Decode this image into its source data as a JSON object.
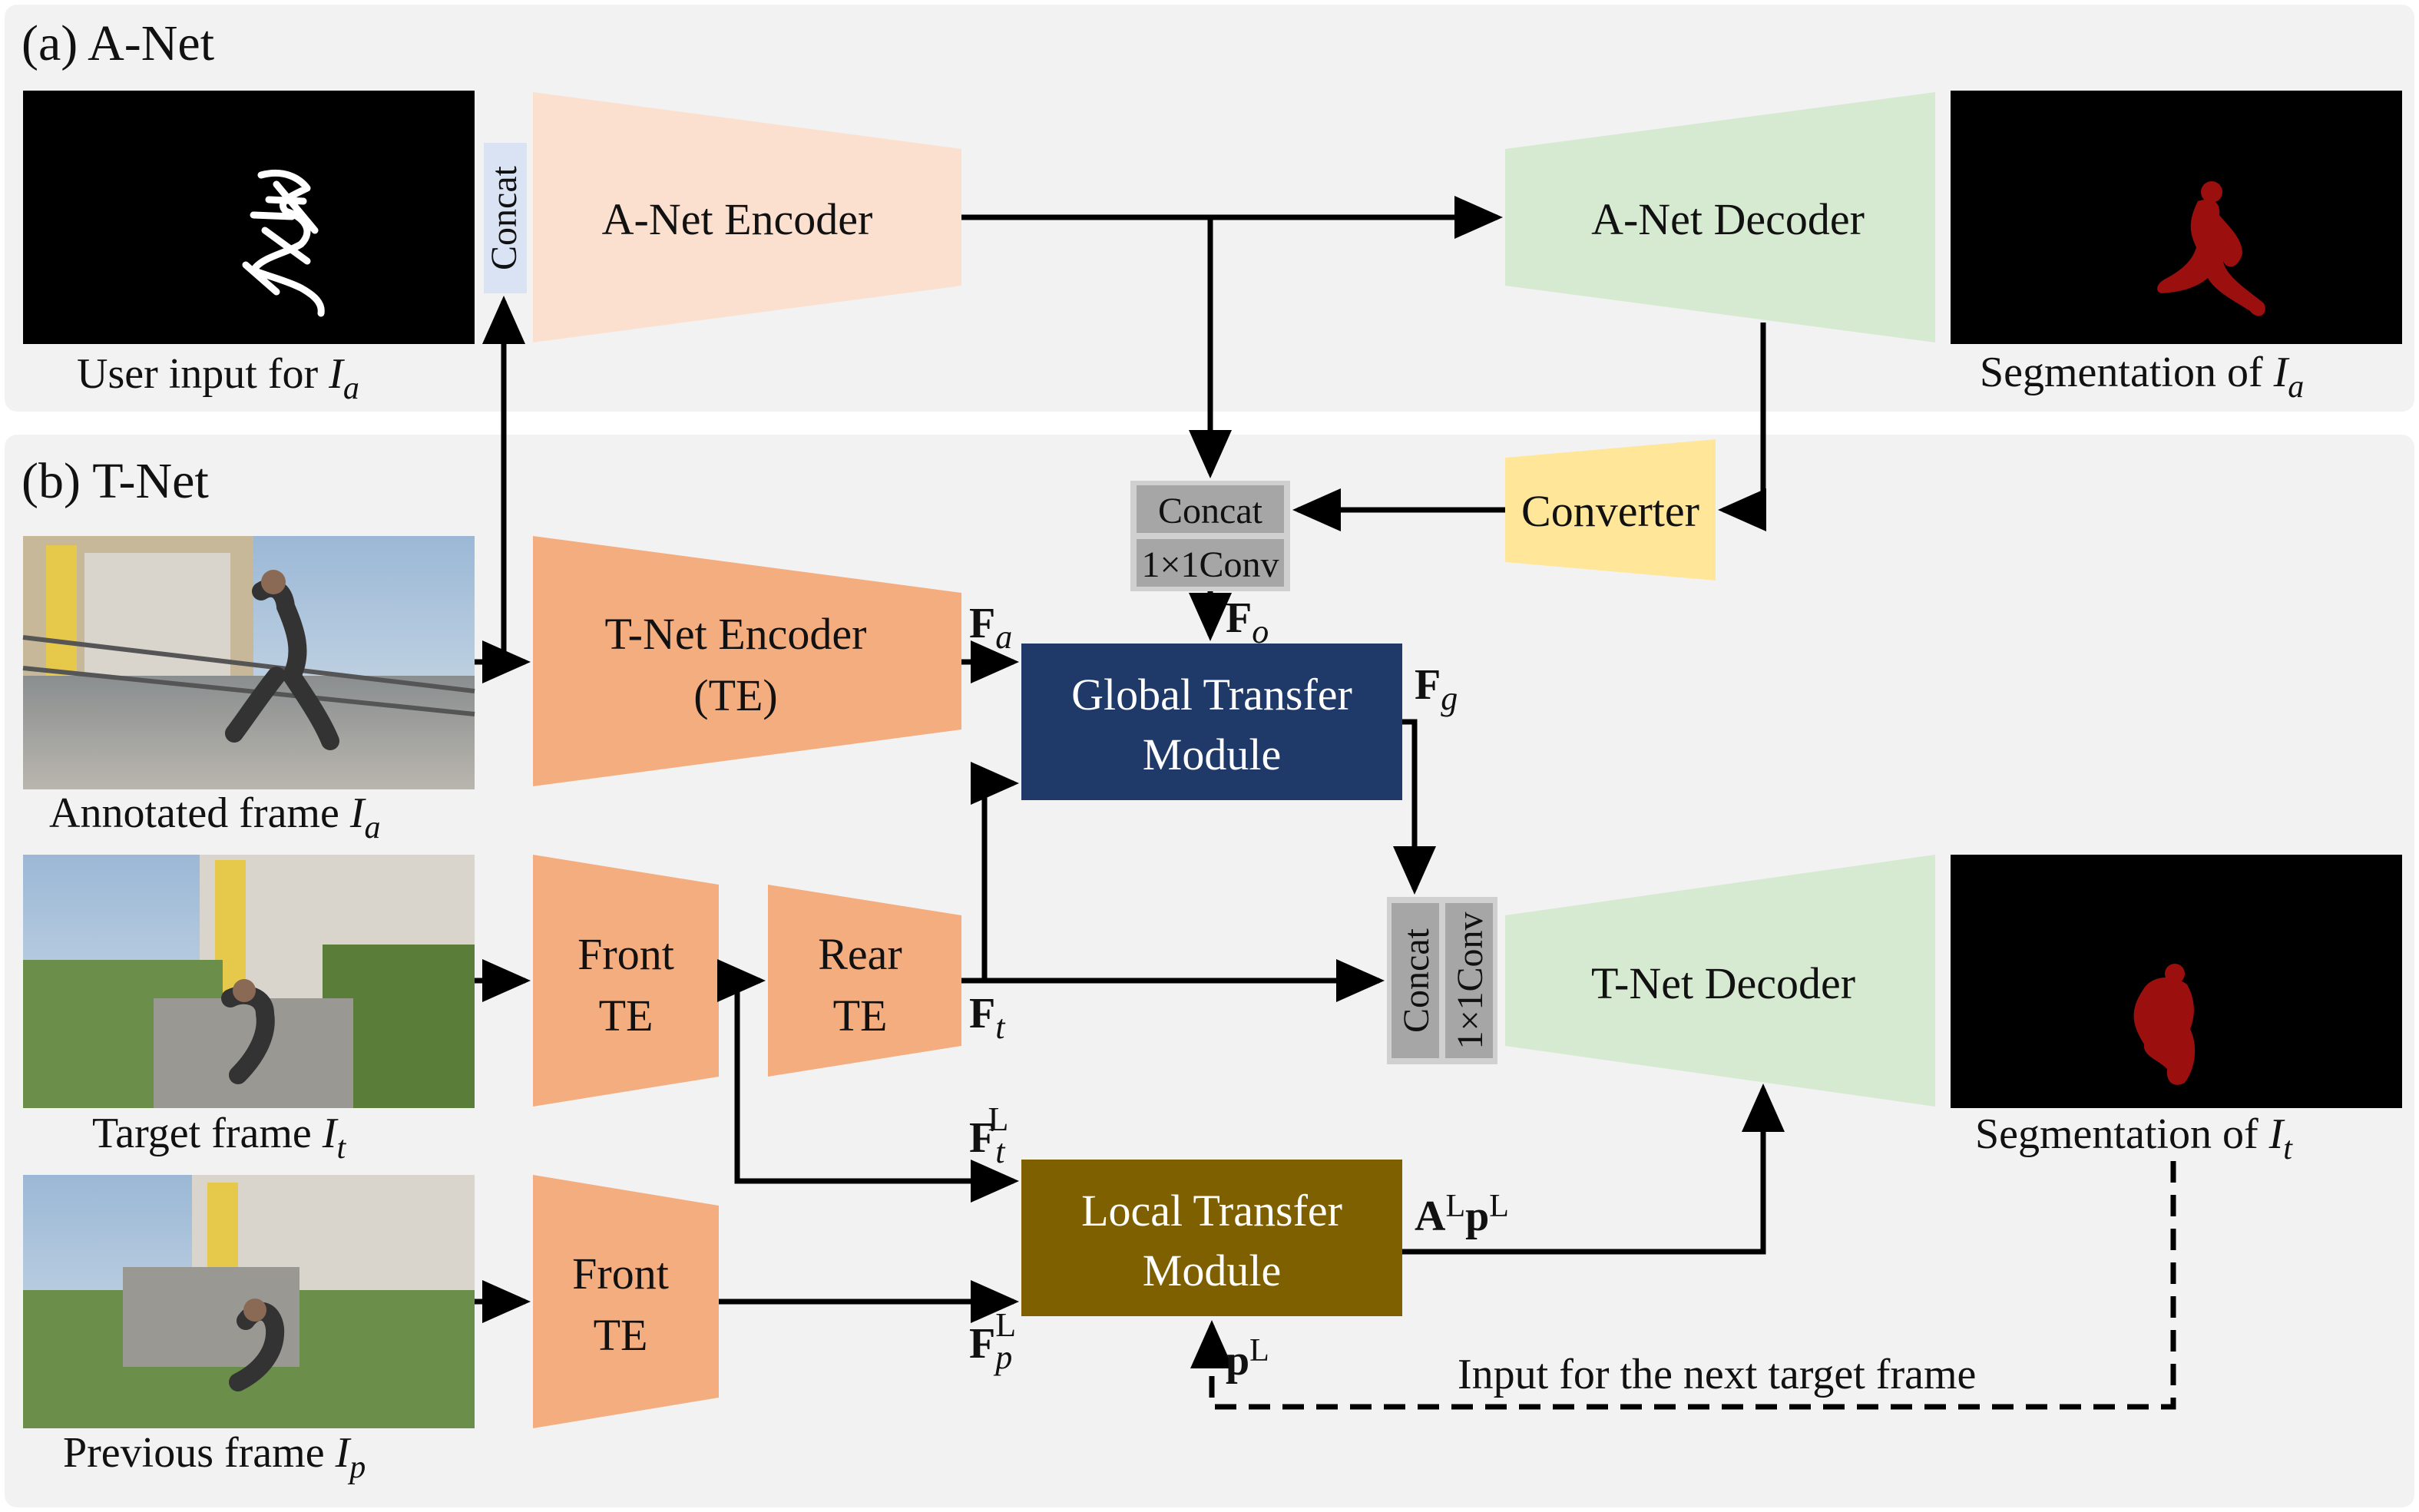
{
  "sections": {
    "a_title": "(a) A-Net",
    "b_title": "(b) T-Net"
  },
  "modules": {
    "concat_vertical": "Concat",
    "anet_encoder": "A-Net Encoder",
    "anet_decoder": "A-Net Decoder",
    "converter": "Converter",
    "concat_box": "Concat",
    "conv_box": "1×1Conv",
    "tnet_encoder_line1": "T-Net Encoder",
    "tnet_encoder_line2": "(TE)",
    "global_line1": "Global Transfer",
    "global_line2": "Module",
    "front1_line1": "Front",
    "front1_line2": "TE",
    "rear_line1": "Rear",
    "rear_line2": "TE",
    "front2_line1": "Front",
    "front2_line2": "TE",
    "concat_vertical2": "Concat",
    "conv_vertical2": "1×1Conv",
    "tnet_decoder": "T-Net Decoder",
    "local_line1": "Local Transfer",
    "local_line2": "Module"
  },
  "captions": {
    "user_input": "User input for ",
    "user_input_var": "I",
    "user_input_sub": "a",
    "seg_a": "Segmentation of ",
    "seg_a_var": "I",
    "seg_a_sub": "a",
    "annotated": "Annotated frame ",
    "annotated_var": "I",
    "annotated_sub": "a",
    "target": "Target frame ",
    "target_var": "I",
    "target_sub": "t",
    "previous": "Previous frame ",
    "previous_var": "I",
    "previous_sub": "p",
    "seg_t": "Segmentation of  ",
    "seg_t_var": "I",
    "seg_t_sub": "t",
    "next_input": "Input for the next target frame"
  },
  "features": {
    "F": "F",
    "Fa_sub": "a",
    "Fo_sub": "o",
    "Fg_sub": "g",
    "Ft_sub": "t",
    "FtL_sub": "t",
    "FtL_sup": "L",
    "FpL_sub": "p",
    "FpL_sup": "L",
    "ALpL_A": "A",
    "ALpL_sup1": "L",
    "ALpL_p": "p",
    "ALpL_sup2": "L",
    "pL_p": "p",
    "pL_sup": "L"
  },
  "colors": {
    "panel_bg": "#f2f2f2",
    "encoder_light": "#fbe0cf",
    "encoder": "#f4ad7f",
    "decoder": "#d5ead0",
    "converter": "#ffe699",
    "concat_gray": "#a6a6a6",
    "concat_light": "#dae3f3",
    "global": "#1f3a68",
    "local": "#7f6000",
    "mask": "#9b0f0f"
  }
}
